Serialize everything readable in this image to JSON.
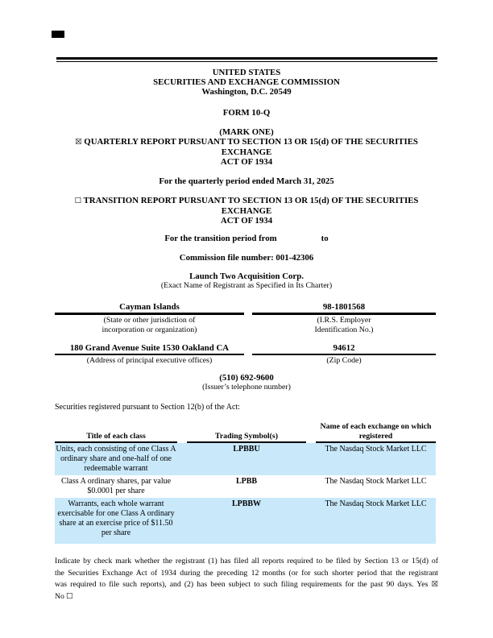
{
  "colors": {
    "highlight": "#c9e9fb",
    "rule": "#000000"
  },
  "header": {
    "line1": "UNITED STATES",
    "line2": "SECURITIES AND EXCHANGE COMMISSION",
    "line3": "Washington, D.C. 20549",
    "form_title": "FORM 10-Q",
    "mark_one": "(MARK ONE)"
  },
  "quarterly": {
    "checkbox": "☒",
    "line1": "QUARTERLY REPORT PURSUANT TO SECTION 13 OR 15(d) OF THE SECURITIES EXCHANGE",
    "line2": "ACT OF 1934",
    "period": "For the quarterly period ended March 31, 2025"
  },
  "transition": {
    "checkbox": "☐",
    "line1": "TRANSITION REPORT PURSUANT TO SECTION 13 OR 15(d) OF THE SECURITIES EXCHANGE",
    "line2": "ACT OF 1934",
    "period_prefix": "For the transition period from",
    "period_suffix": "to"
  },
  "commission_line": "Commission file number: 001-42306",
  "registrant": {
    "name": "Launch Two Acquisition Corp.",
    "caption": "(Exact Name of Registrant as Specified in Its Charter)"
  },
  "jurisdiction": {
    "value": "Cayman Islands",
    "caption_line1": "(State or other jurisdiction of",
    "caption_line2": "incorporation or organization)"
  },
  "irs": {
    "value": "98-1801568",
    "caption_line1": "(I.R.S. Employer",
    "caption_line2": "Identification No.)"
  },
  "address": {
    "value": "180 Grand Avenue Suite 1530 Oakland CA",
    "caption": "(Address of principal executive offices)"
  },
  "zip": {
    "value": "94612",
    "caption": "(Zip Code)"
  },
  "phone": {
    "value": "(510) 692-9600",
    "caption": "(Issuer’s telephone number)"
  },
  "securities_line": "Securities registered pursuant to Section 12(b) of the Act:",
  "table": {
    "headers": [
      {
        "lines": [
          "Title of each class"
        ]
      },
      {
        "lines": [
          "Trading Symbol(s)"
        ]
      },
      {
        "lines": [
          "Name of each exchange on which",
          "registered"
        ]
      }
    ],
    "rows": [
      {
        "title": "Units, each consisting of one Class A ordinary share and one-half of one redeemable warrant",
        "symbol": "LPBBU",
        "exchange": "The Nasdaq Stock Market LLC",
        "highlighted": true
      },
      {
        "title": "Class A ordinary shares, par value $0.0001 per share",
        "symbol": "LPBB",
        "exchange": "The Nasdaq Stock Market LLC",
        "highlighted": false
      },
      {
        "title": "Warrants, each whole warrant exercisable for one Class A ordinary share at an exercise price of $11.50 per share",
        "symbol": "LPBBW",
        "exchange": "The Nasdaq Stock Market LLC",
        "highlighted": true
      }
    ]
  },
  "check_paragraph": {
    "line1": "Indicate by check mark whether the registrant (1) has filed all reports required to be filed by Section 13 or 15(d) of",
    "line2": "the Securities Exchange Act of 1934 during the preceding 12 months (or for such shorter period that the registrant",
    "line3": "was required to file such reports), and (2) has been subject to such filing requirements for the past 90 days. Yes",
    "yes_box": "☒",
    "line4": "No",
    "no_box": "☐"
  }
}
